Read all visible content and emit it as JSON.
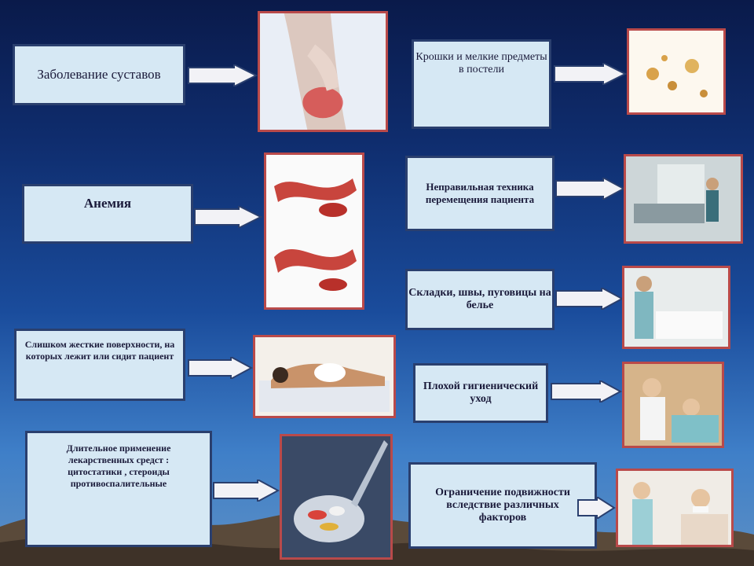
{
  "causes": [
    {
      "id": "joints",
      "text": "Заболевание суставов"
    },
    {
      "id": "anemia",
      "text": "Анемия"
    },
    {
      "id": "surfaces",
      "text": "Слишком жесткие поверхности, на которых лежит или сидит пациент"
    },
    {
      "id": "drugs",
      "text": "Длительное применение лекарственных средст : цитостатики , стероиды противоспалительные"
    },
    {
      "id": "crumbs",
      "text": "Крошки и мелкие предметы в постели"
    },
    {
      "id": "transfer",
      "text": "Неправильная техника перемещения пациента"
    },
    {
      "id": "folds",
      "text": "Складки, швы, пуговицы на белье"
    },
    {
      "id": "hygiene",
      "text": "Плохой гигиенический уход"
    },
    {
      "id": "mobility",
      "text": "Ограничение подвижности вследствие различных факторов"
    }
  ]
}
